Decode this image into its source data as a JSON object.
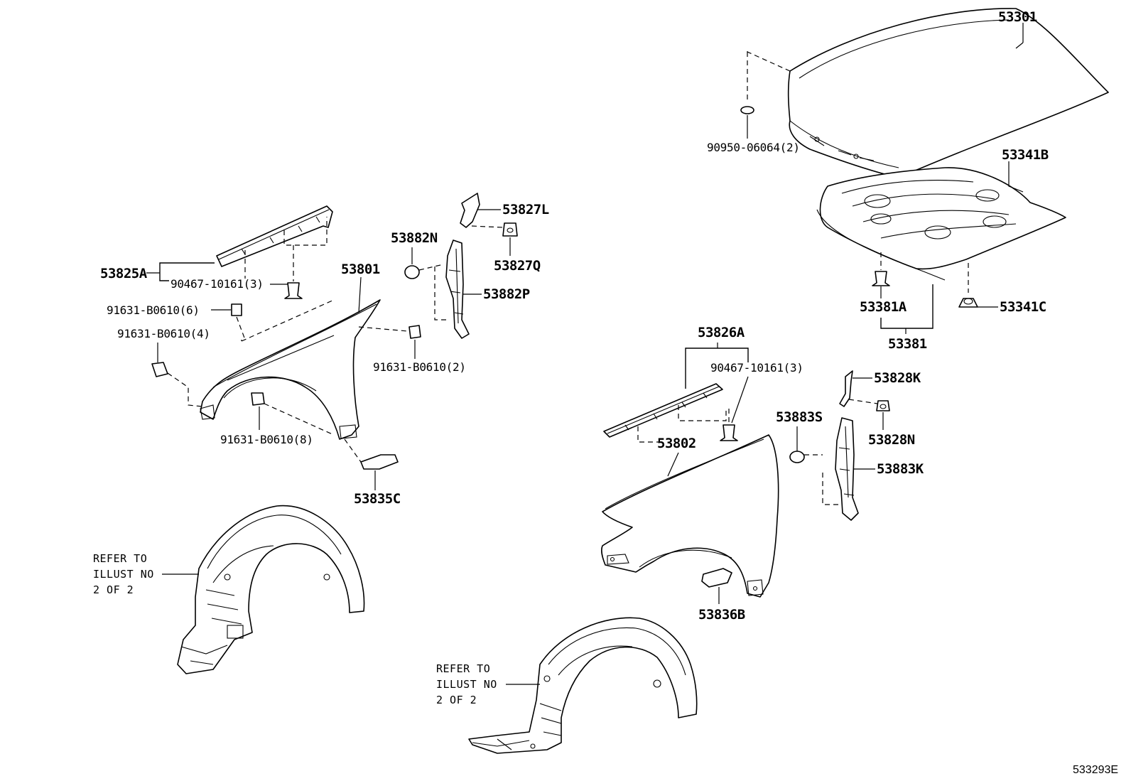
{
  "labels": {
    "hood": "53301",
    "hood_plug": "90950-06064(2)",
    "hood_insulator": "53341B",
    "hood_clip": "53381A",
    "hood_insulator_set": "53381",
    "hood_retainer": "53341C",
    "seal_rh_set": "53826A",
    "clip_rh": "90467-10161(3)",
    "bracket_rh": "53828K",
    "nut_rh": "53828N",
    "cap_rh": "53883S",
    "fender_rh": "53802",
    "liner_rh": "53883K",
    "lower_bracket_rh": "53836B",
    "note_rh_line1": "REFER TO",
    "note_rh_line2": "ILLUST NO",
    "note_rh_line3": "2 OF 2",
    "seal_lh_set": "53825A",
    "clip_lh": "90467-10161(3)",
    "bolt_lh_6": "91631-B0610(6)",
    "bolt_lh_4": "91631-B0610(4)",
    "fender_lh": "53801",
    "cap_lh": "53882N",
    "bracket_lh": "53827L",
    "nut_lh": "53827Q",
    "liner_lh": "53882P",
    "bolt_lh_2": "91631-B0610(2)",
    "bolt_lh_8": "91631-B0610(8)",
    "lower_bracket_lh": "53835C",
    "note_lh_line1": "REFER TO",
    "note_lh_line2": "ILLUST NO",
    "note_lh_line3": "2 OF 2"
  },
  "reference_code": "533293E"
}
